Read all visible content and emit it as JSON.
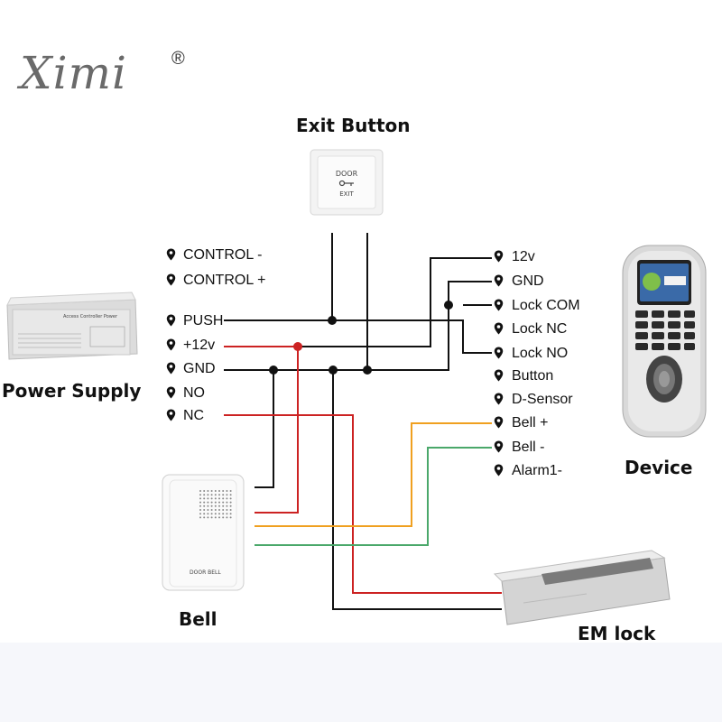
{
  "brand": {
    "logo": "Ximi",
    "reg": "®"
  },
  "titles": {
    "exit_button": "Exit Button",
    "power_supply": "Power Supply",
    "device": "Device",
    "bell": "Bell",
    "em_lock": "EM lock"
  },
  "power_supply_terminals": [
    "CONTROL -",
    "CONTROL +",
    "PUSH",
    "+12v",
    "GND",
    "NO",
    "NC"
  ],
  "device_terminals": [
    "12v",
    "GND",
    "Lock COM",
    "Lock NC",
    "Lock NO",
    "Button",
    "D-Sensor",
    "Bell +",
    "Bell -",
    "Alarm1-"
  ],
  "device_labels": {
    "exit_button_plate": [
      "DOOR",
      "EXIT"
    ],
    "doorbell": "DOOR BELL",
    "power_box": "Access Controller Power"
  },
  "wire_colors": {
    "black": "#111111",
    "red": "#cc2222",
    "orange": "#f0a020",
    "green": "#4aa86a"
  }
}
